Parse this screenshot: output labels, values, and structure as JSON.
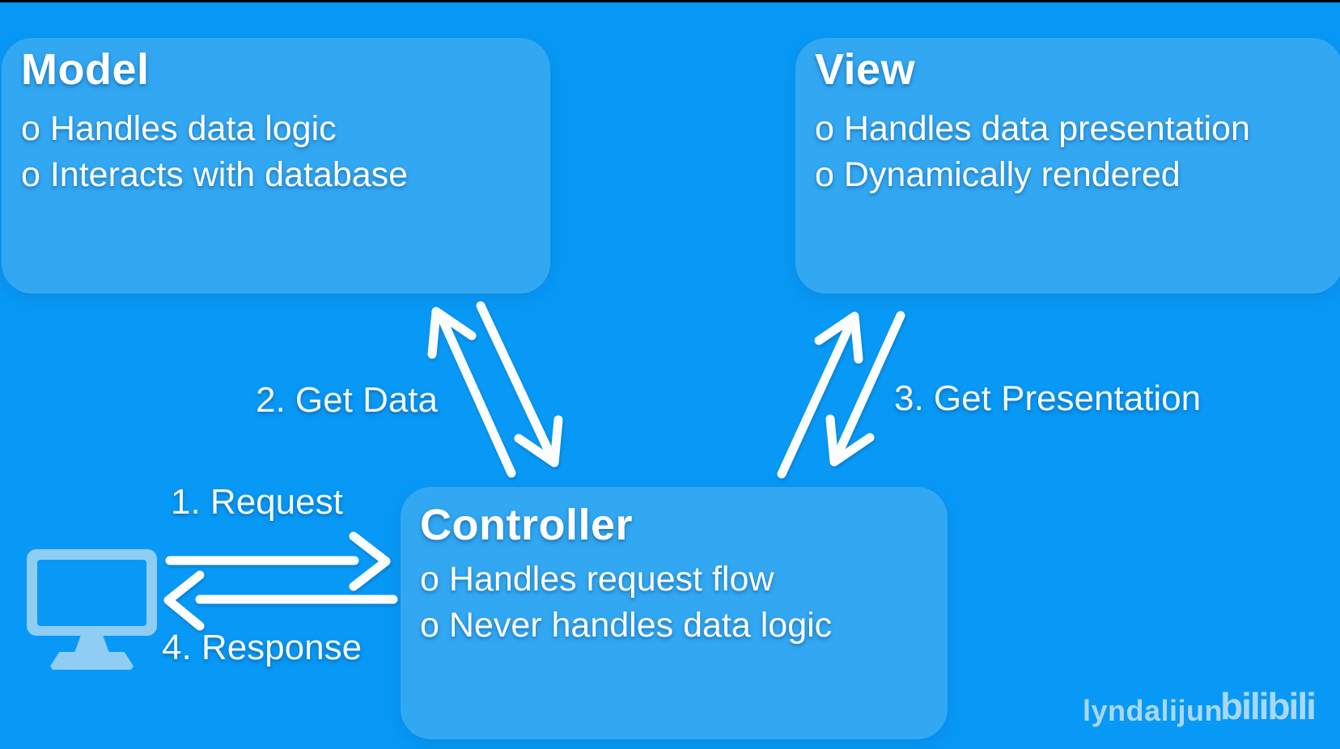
{
  "colors": {
    "background": "#0899F6",
    "panel": "#33A8F2",
    "icon_light": "#8FCDF4",
    "text": "#FFFFFF",
    "label_text": "#F2FAFF",
    "watermark": "#A8D8F6"
  },
  "panels": {
    "model": {
      "title": "Model",
      "bullets": [
        "o Handles data logic",
        "o Interacts with database"
      ]
    },
    "view": {
      "title": "View",
      "bullets": [
        "o Handles data presentation",
        "o Dynamically rendered"
      ]
    },
    "controller": {
      "title": "Controller",
      "bullets": [
        "o Handles request flow",
        "o Never handles data logic"
      ]
    }
  },
  "flow_labels": {
    "request": "1. Request",
    "get_data": "2. Get Data",
    "get_presentation": "3. Get Presentation",
    "response": "4. Response"
  },
  "icons": {
    "client": "computer-monitor-icon"
  },
  "watermark": {
    "username": "lyndalijun",
    "brand": "bilibili"
  }
}
